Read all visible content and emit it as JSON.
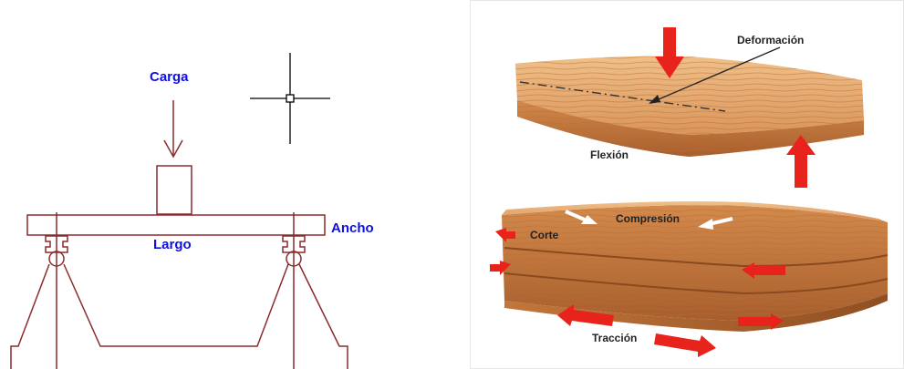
{
  "left_diagram": {
    "labels": {
      "carga": "Carga",
      "ancho": "Ancho",
      "largo": "Largo"
    },
    "colors": {
      "structure": "#8b2b2b",
      "label": "#1010e0",
      "cursor": "#000000"
    },
    "icons": [
      "crosshair-cursor-icon",
      "down-arrow-icon"
    ]
  },
  "right_diagram": {
    "labels": {
      "deformacion": "Deformación",
      "flexion": "Flexión",
      "compresion": "Compresión",
      "corte": "Corte",
      "traccion": "Tracción"
    },
    "colors": {
      "wood_light": "#e7ac70",
      "wood_dark": "#b86a33",
      "arrow_red": "#e8231c",
      "arrow_white": "#ffffff"
    }
  }
}
